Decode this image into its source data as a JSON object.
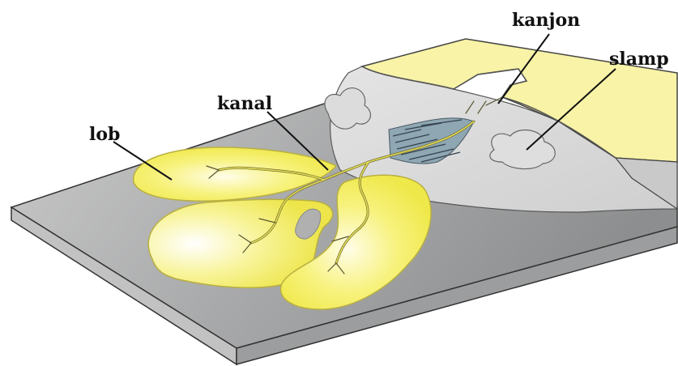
{
  "labels": {
    "lob": "lob",
    "kanal": "kanal",
    "kanjon": "kanjon",
    "slamp": "slamp"
  },
  "colors": {
    "fan_yellow": "#f2ee5a",
    "fan_light": "#fbf8c8",
    "shelf_top": "#f8f3a6",
    "slope_grey": "#d6d6d6",
    "basin_grey": "#8f9091",
    "basin_front": "#b8b8b8",
    "channel_blue": "#7f98a8"
  }
}
